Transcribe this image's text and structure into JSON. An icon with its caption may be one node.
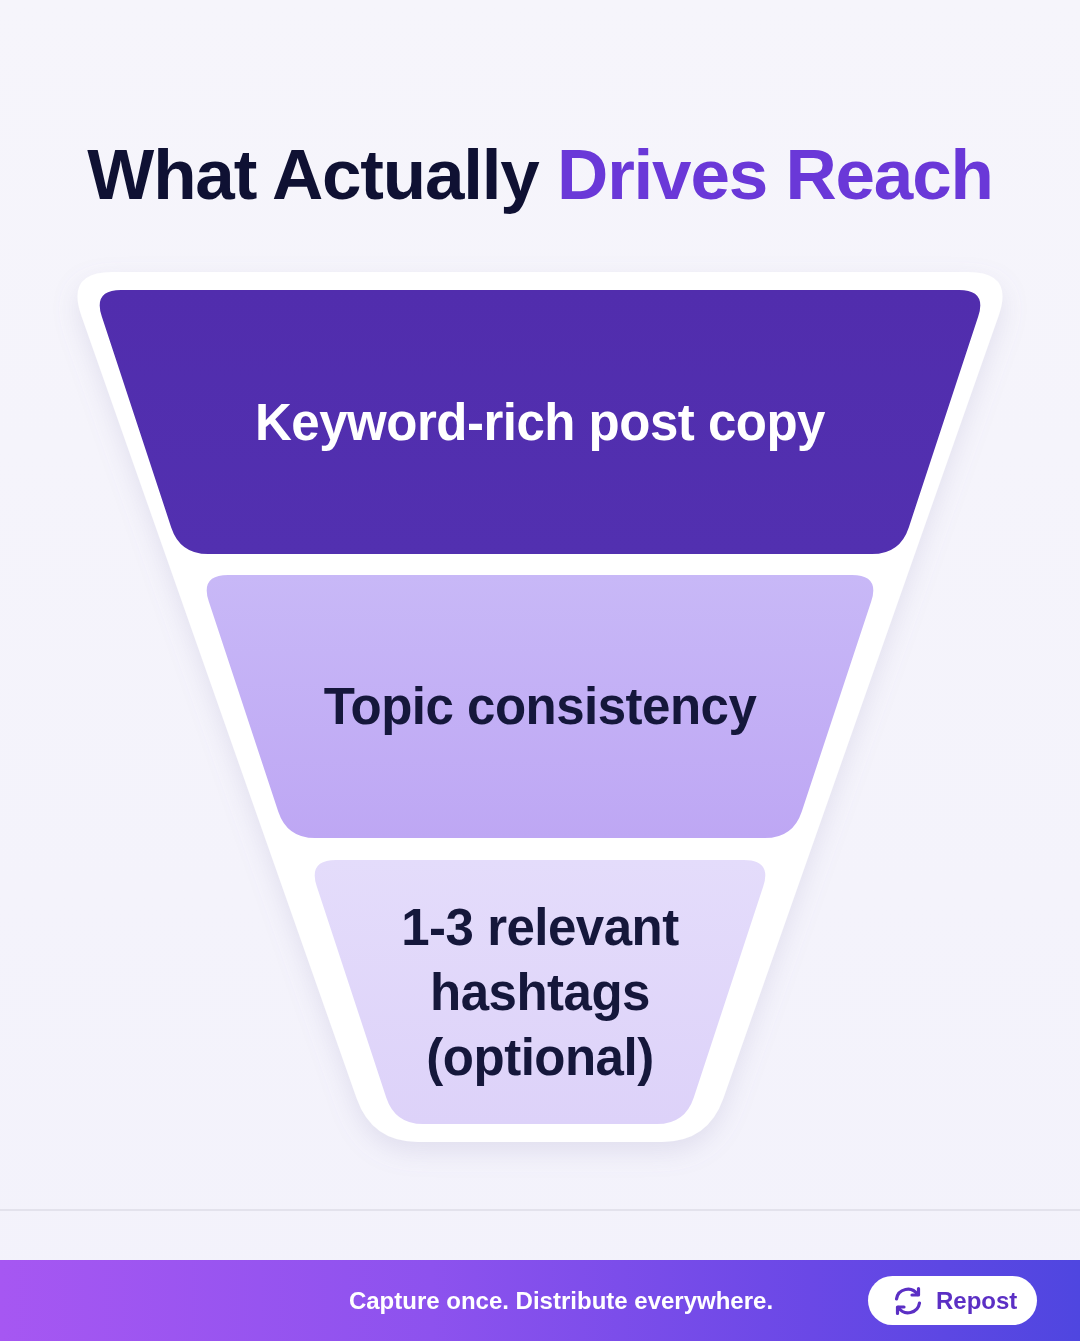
{
  "diagram": {
    "title": "What Actually **Drives Reach**",
    "nodes": [
      {
        "text": [],
        "shape": "funnel"
      },
      {
        "text": [
          "Keyword-rich post copy"
        ],
        "in": 0
      },
      {
        "text": [
          "Topic consistency"
        ],
        "in": 0
      },
      {
        "text": [
          "1-3 relevant hashtags (optional)"
        ],
        "in": 0
      }
    ],
    "labels": [
      "Capture once. Distribute everywhere.",
      "Repost"
    ]
  }
}
